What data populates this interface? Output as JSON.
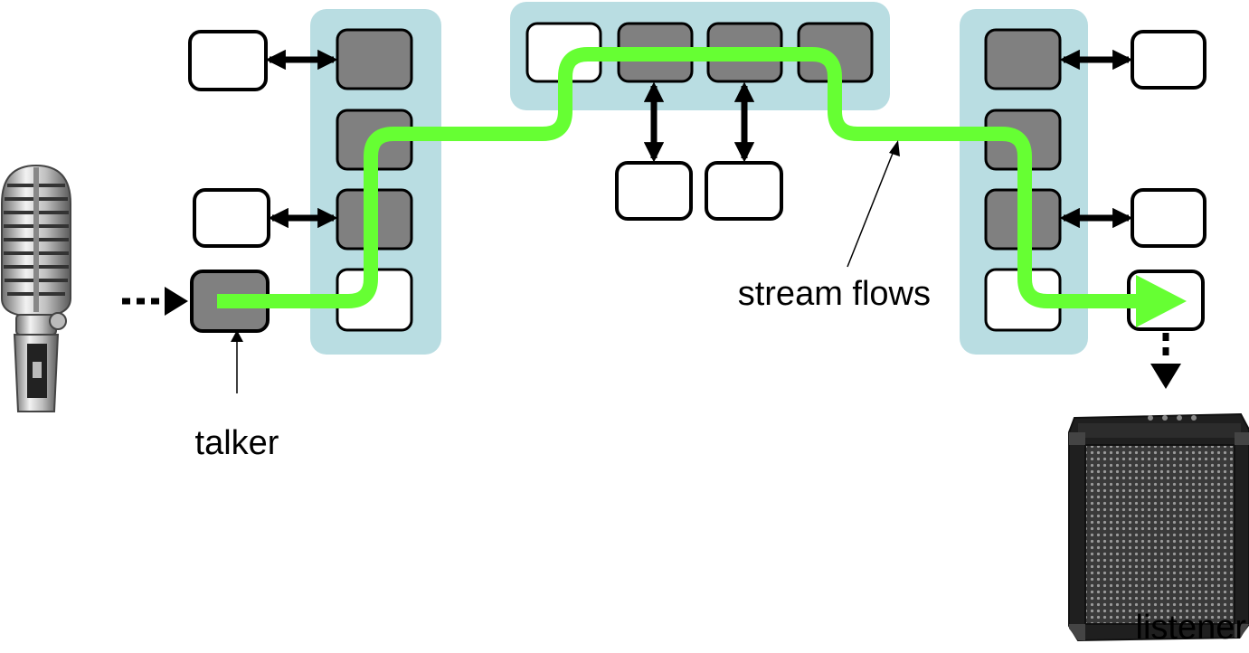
{
  "labels": {
    "talker": "talker",
    "stream_flows": "stream flows",
    "listener": "listener"
  },
  "colors": {
    "switch_background": "#b9dde2",
    "port_active": "#808080",
    "port_idle": "#ffffff",
    "stream_path": "#66ff33",
    "outline": "#000000"
  },
  "icons": {
    "source_device": "microphone-icon",
    "sink_device": "speaker-amplifier-icon"
  }
}
